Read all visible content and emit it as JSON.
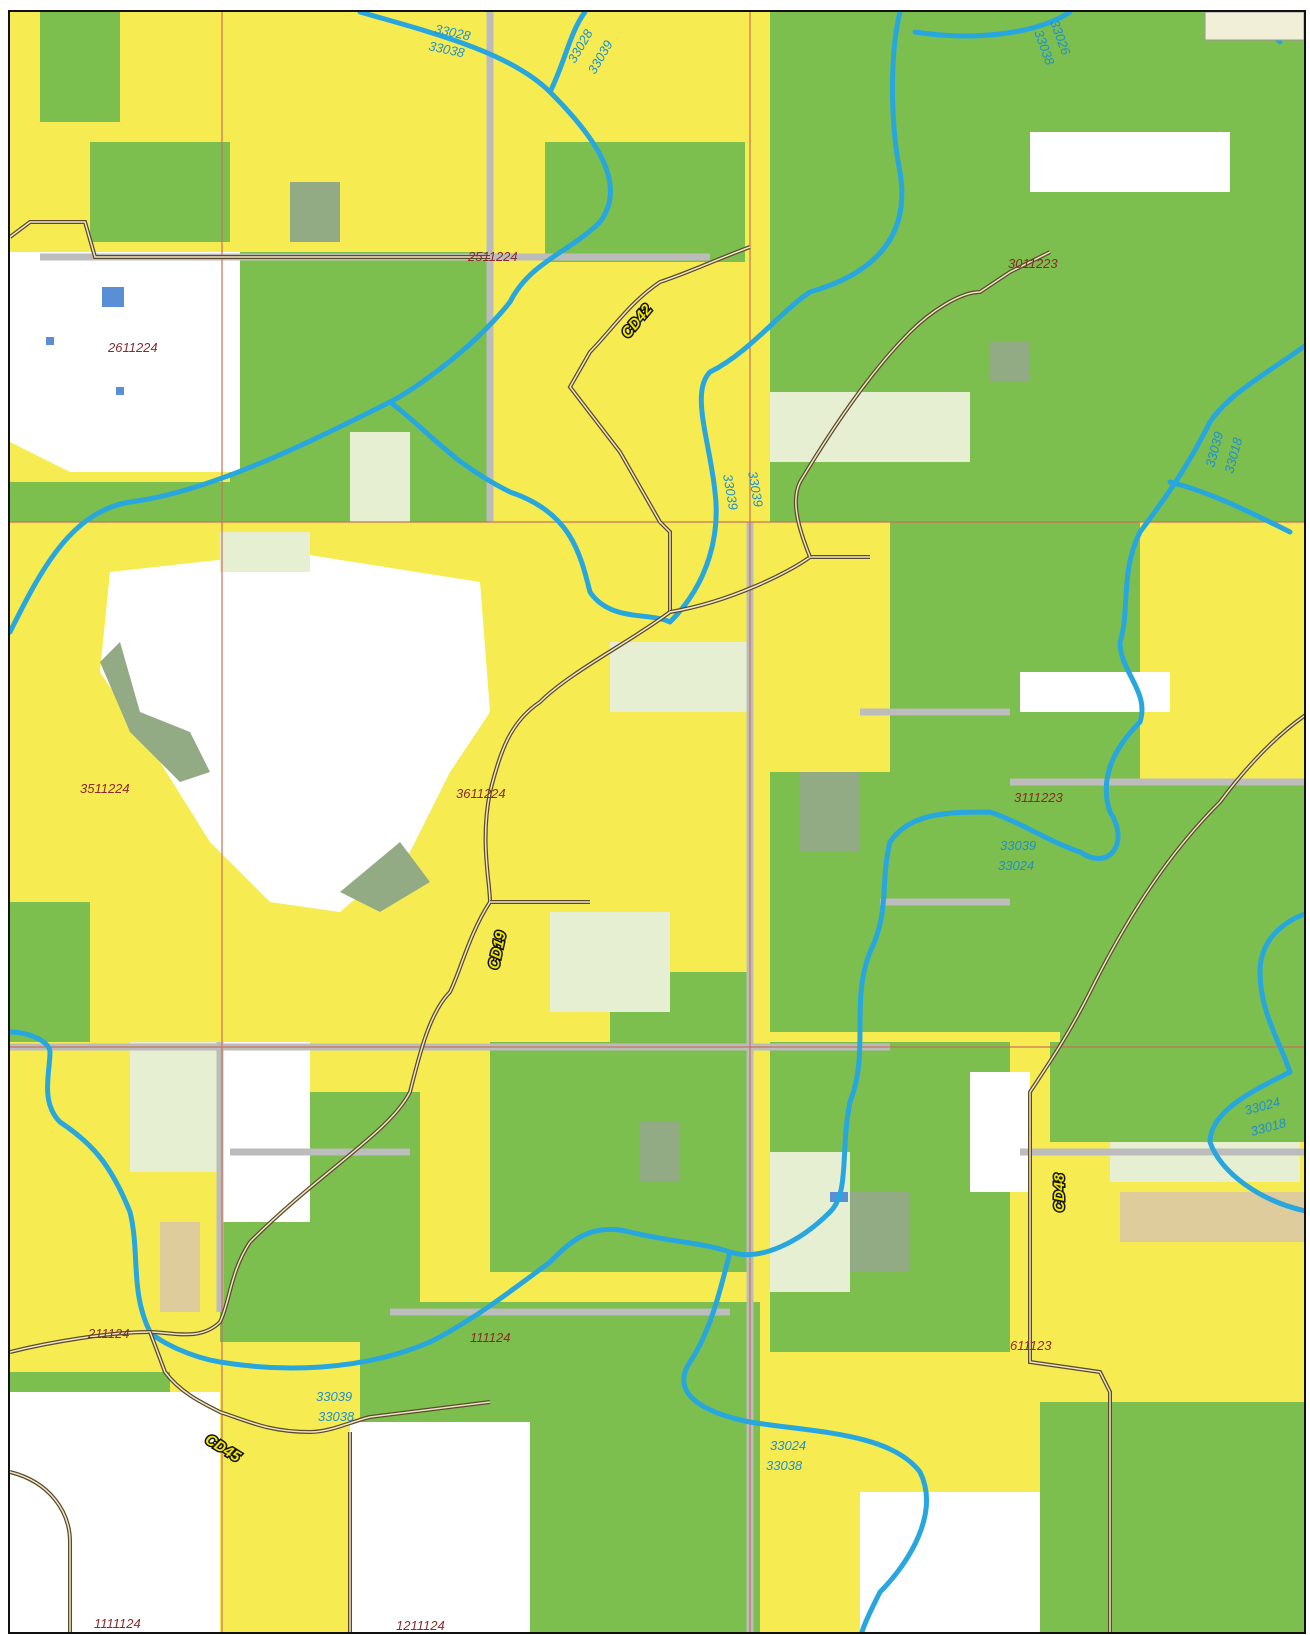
{
  "map": {
    "colors": {
      "cropland": "#f6ec52",
      "forest": "#7cbf4e",
      "developed": "#ffffff",
      "grassland": "#e6efd2",
      "shrub": "#93ab85",
      "water": "#5a8fd6",
      "barren": "#dfcc9d",
      "river": "#28a7df",
      "township_road": "#bcbcbc",
      "section_line": "#c8725a",
      "county_road": "#5a4a2a"
    },
    "sections": [
      {
        "id": "sec-2511224",
        "label": "2511224"
      },
      {
        "id": "sec-3011223",
        "label": "3011223"
      },
      {
        "id": "sec-2611224",
        "label": "2611224"
      },
      {
        "id": "sec-3511224",
        "label": "3511224"
      },
      {
        "id": "sec-3611224",
        "label": "3611224"
      },
      {
        "id": "sec-3111223",
        "label": "3111223"
      },
      {
        "id": "sec-211124",
        "label": "211124"
      },
      {
        "id": "sec-111124",
        "label": "111124"
      },
      {
        "id": "sec-611123",
        "label": "611123"
      },
      {
        "id": "sec-1111124",
        "label": "1111124"
      },
      {
        "id": "sec-1211124",
        "label": "1211124"
      }
    ],
    "watersheds": [
      {
        "id": "wb-a1",
        "label": "33028"
      },
      {
        "id": "wb-a2",
        "label": "33038"
      },
      {
        "id": "wb-b1",
        "label": "33028"
      },
      {
        "id": "wb-b2",
        "label": "33039"
      },
      {
        "id": "wb-c1",
        "label": "33026"
      },
      {
        "id": "wb-c2",
        "label": "33038"
      },
      {
        "id": "wb-d1",
        "label": "33039"
      },
      {
        "id": "wb-d2",
        "label": "33039"
      },
      {
        "id": "wb-e1",
        "label": "33039"
      },
      {
        "id": "wb-e2",
        "label": "33018"
      },
      {
        "id": "wb-f1",
        "label": "33039"
      },
      {
        "id": "wb-f2",
        "label": "33024"
      },
      {
        "id": "wb-g1",
        "label": "33024"
      },
      {
        "id": "wb-g2",
        "label": "33018"
      },
      {
        "id": "wb-h1",
        "label": "33039"
      },
      {
        "id": "wb-h2",
        "label": "33038"
      },
      {
        "id": "wb-i1",
        "label": "33024"
      },
      {
        "id": "wb-i2",
        "label": "33038"
      }
    ],
    "roads": [
      {
        "id": "road-cd42",
        "label": "CD42"
      },
      {
        "id": "road-cd19",
        "label": "CD19"
      },
      {
        "id": "road-cd48",
        "label": "CD48"
      },
      {
        "id": "road-cd45",
        "label": "CD45"
      }
    ]
  }
}
